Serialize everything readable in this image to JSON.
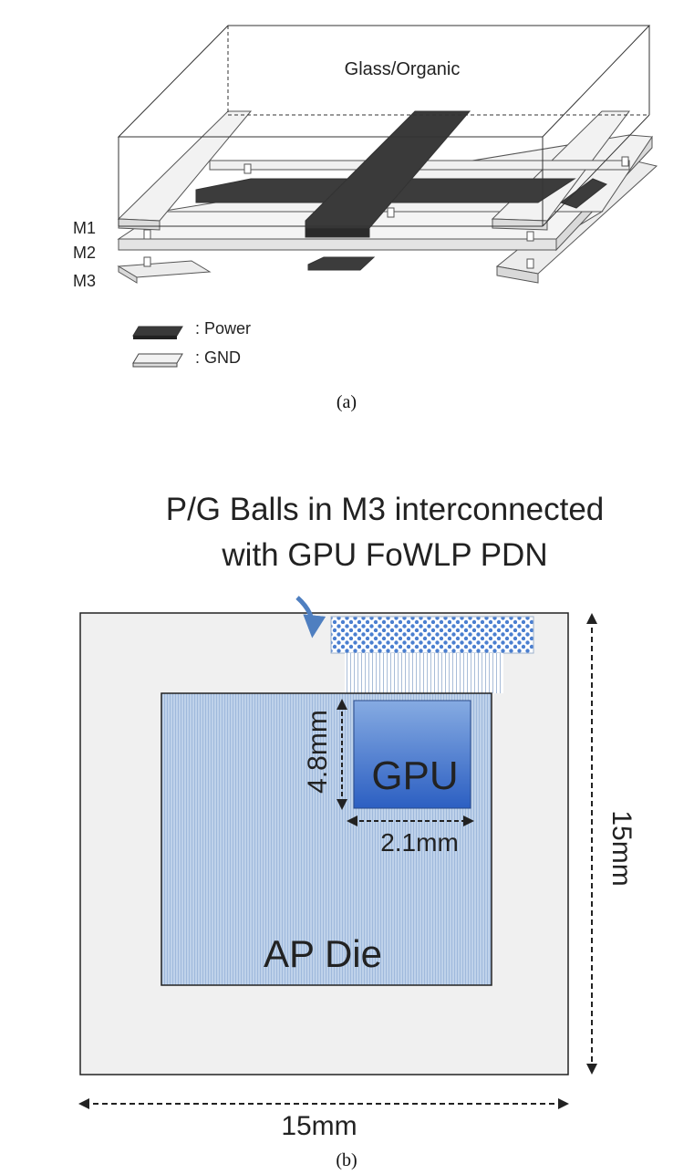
{
  "panel_a": {
    "box_label": "Glass/Organic",
    "layers": [
      "M1",
      "M2",
      "M3"
    ],
    "legend": [
      {
        "label": ":  Power",
        "color": "#3a3a3a"
      },
      {
        "label": ":  GND",
        "color": "#f2f2f2"
      }
    ],
    "caption": "(a)"
  },
  "panel_b": {
    "callout_line1": "P/G Balls in M3 interconnected",
    "callout_line2": "with GPU FoWLP PDN",
    "package_width": "15mm",
    "package_height": "15mm",
    "die_label": "AP Die",
    "gpu_label": "GPU",
    "gpu_height": "4.8mm",
    "gpu_width": "2.1mm",
    "caption": "(b)",
    "colors": {
      "package": "#f0f0f0",
      "die": "#b9cde6",
      "gpu_top": "#7fa6e0",
      "gpu_bottom": "#2f63c4",
      "arrow": "#4f7fc0",
      "ball": "#4b7fd0"
    }
  }
}
